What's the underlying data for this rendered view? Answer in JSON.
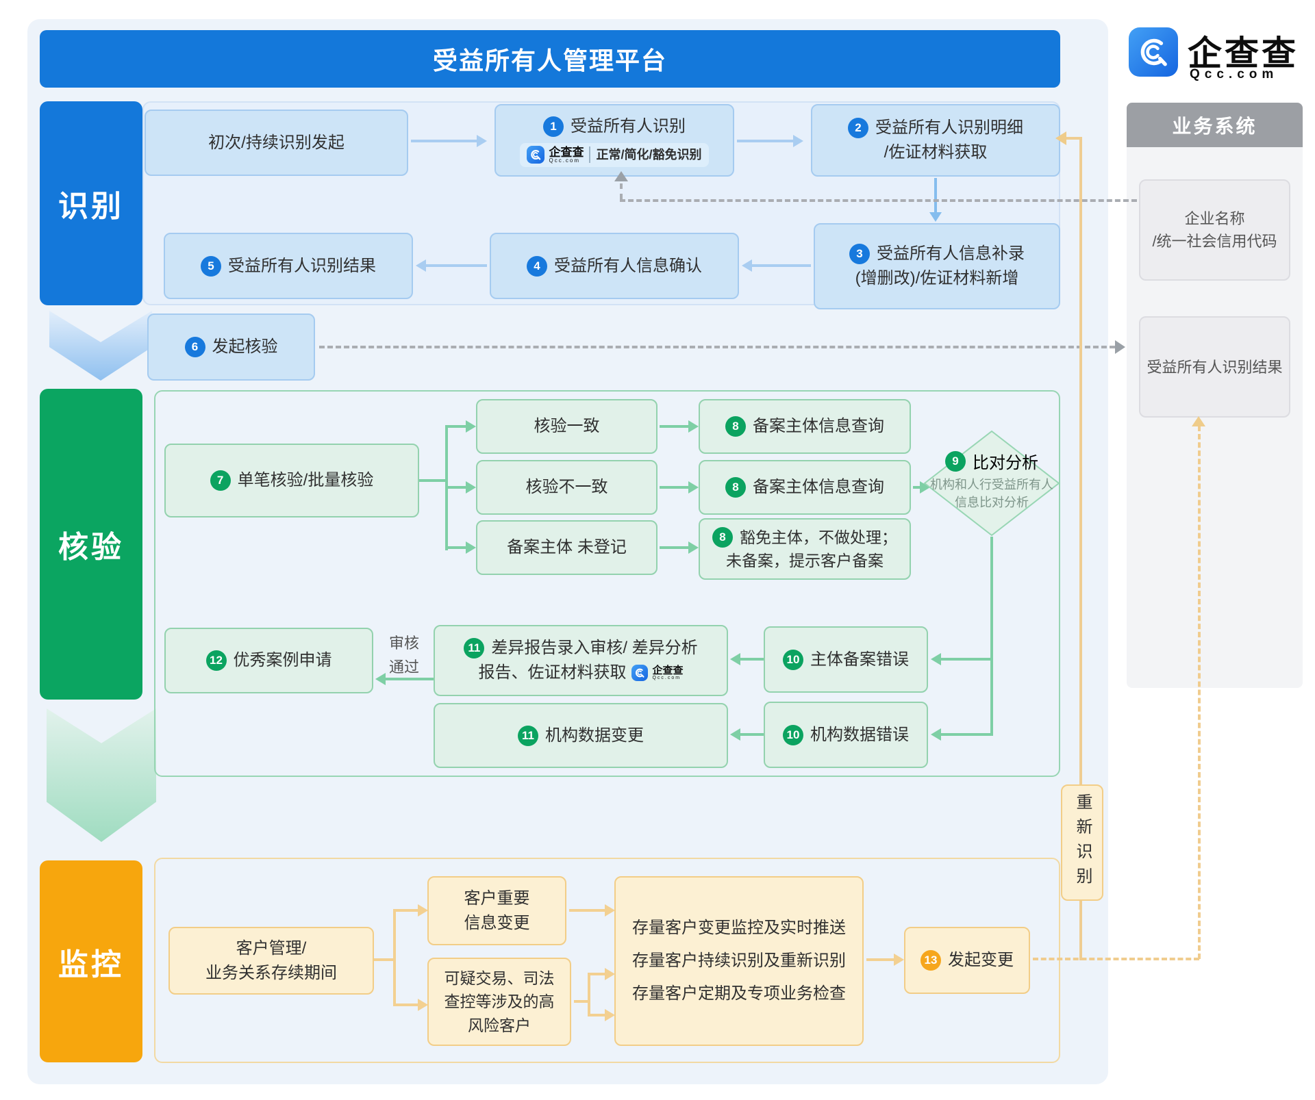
{
  "title": "受益所有人管理平台",
  "logo": {
    "name": "企查查",
    "domain": "Qcc.com"
  },
  "right_panel": {
    "header": "业务系统",
    "company_line1": "企业名称",
    "company_line2": "/统一社会信用代码",
    "result": "受益所有人识别结果"
  },
  "sections": {
    "identify": "识别",
    "verify": "核验",
    "monitor": "监控"
  },
  "labels": {
    "review_line1": "审核",
    "review_line2": "通过",
    "reidentify": "重新识别"
  },
  "colors": {
    "primary_blue": "#1478da",
    "green": "#0ba561",
    "orange": "#f7a60d",
    "box_blue": "#cde4f7",
    "box_green": "#e1f1e9",
    "box_yellow": "#fcf0d3"
  },
  "nodes": {
    "init": {
      "label": "初次/持续识别发起"
    },
    "n1": {
      "num": "1",
      "label": "受益所有人识别",
      "badge_text": "正常/简化/豁免识别"
    },
    "n2": {
      "num": "2",
      "line1": "受益所有人识别明细",
      "line2": "/佐证材料获取"
    },
    "n3": {
      "num": "3",
      "line1": "受益所有人信息补录",
      "line2": "(增删改)/佐证材料新增"
    },
    "n4": {
      "num": "4",
      "label": "受益所有人信息确认"
    },
    "n5": {
      "num": "5",
      "label": "受益所有人识别结果"
    },
    "n6": {
      "num": "6",
      "label": "发起核验"
    },
    "n7": {
      "num": "7",
      "label": "单笔核验/批量核验"
    },
    "match": {
      "label": "核验一致"
    },
    "mismatch": {
      "label": "核验不一致"
    },
    "unregistered": {
      "label": "备案主体 未登记"
    },
    "n8a": {
      "num": "8",
      "label": "备案主体信息查询"
    },
    "n8b": {
      "num": "8",
      "label": "备案主体信息查询"
    },
    "n8c": {
      "num": "8",
      "line1": "豁免主体，不做处理；",
      "line2": "未备案，提示客户备案"
    },
    "n9": {
      "num": "9",
      "label": "比对分析",
      "sub1": "机构和人行受益所有人",
      "sub2": "信息比对分析"
    },
    "n10a": {
      "num": "10",
      "label": "主体备案错误"
    },
    "n10b": {
      "num": "10",
      "label": "机构数据错误"
    },
    "n11a": {
      "num": "11",
      "line1": "差异报告录入审核/ 差异分析",
      "line2": "报告、佐证材料获取"
    },
    "n11b": {
      "num": "11",
      "label": "机构数据变更"
    },
    "n12": {
      "num": "12",
      "label": "优秀案例申请"
    },
    "n13": {
      "num": "13",
      "label": "发起变更"
    },
    "msrc": {
      "line1": "客户管理/",
      "line2": "业务关系存续期间"
    },
    "m1": {
      "line1": "客户重要",
      "line2": "信息变更"
    },
    "m2": {
      "line1": "可疑交易、司法",
      "line2": "查控等涉及的高",
      "line3": "风险客户"
    },
    "mbig": {
      "line1": "存量客户变更监控及实时推送",
      "line2": "存量客户持续识别及重新识别",
      "line3": "存量客户定期及专项业务检查"
    }
  }
}
